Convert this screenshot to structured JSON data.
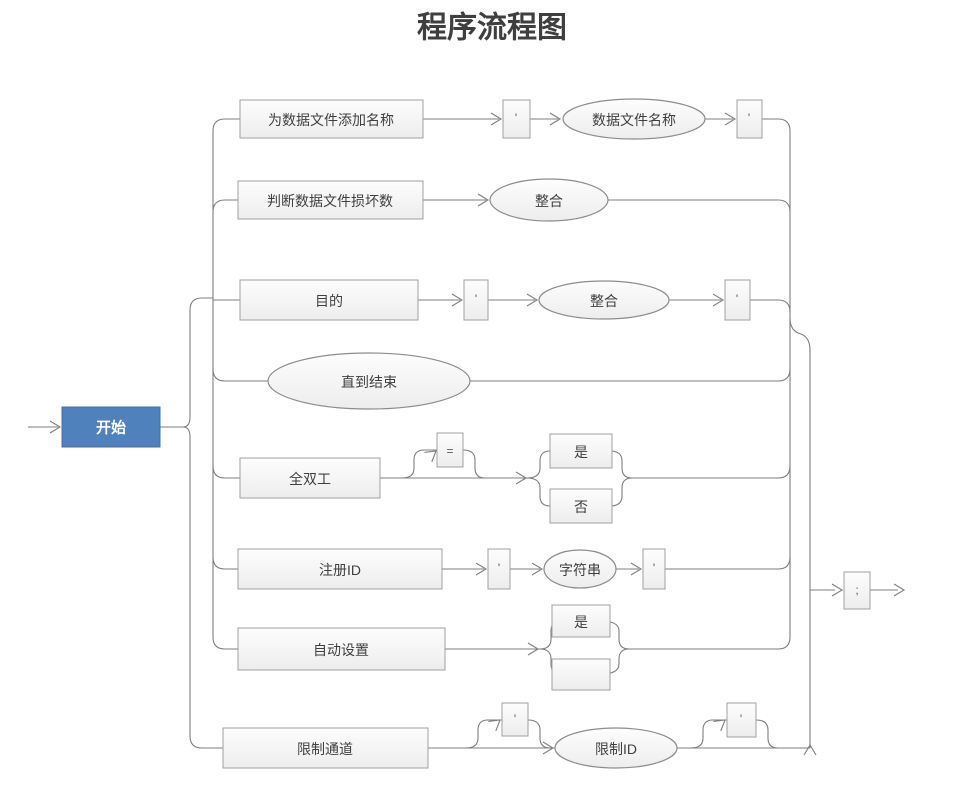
{
  "title": "程序流程图",
  "colors": {
    "accent": "#4f81bd",
    "line": "#7f7f7f",
    "node_fill": "#f5f5f5",
    "node_border": "#a0a0a0",
    "text": "#3f3f3f"
  },
  "start": {
    "label": "开始"
  },
  "terminal": {
    "label": ";"
  },
  "rows": [
    {
      "process": "为数据文件添加名称",
      "pre": "'",
      "data": "数据文件名称",
      "post": "'"
    },
    {
      "process": "判断数据文件损坏数",
      "data": "整合"
    },
    {
      "process": "目的",
      "pre": "'",
      "data": "整合",
      "post": "'"
    },
    {
      "data": "直到结束"
    },
    {
      "process": "全双工",
      "optional": "=",
      "branches": [
        "是",
        "否"
      ]
    },
    {
      "process": "注册ID",
      "pre": "'",
      "data": "字符串",
      "post": "'"
    },
    {
      "process": "自动设置",
      "branches": [
        "是",
        ""
      ]
    },
    {
      "process": "限制通道",
      "pre": "'",
      "data": "限制ID",
      "post": "'"
    }
  ]
}
